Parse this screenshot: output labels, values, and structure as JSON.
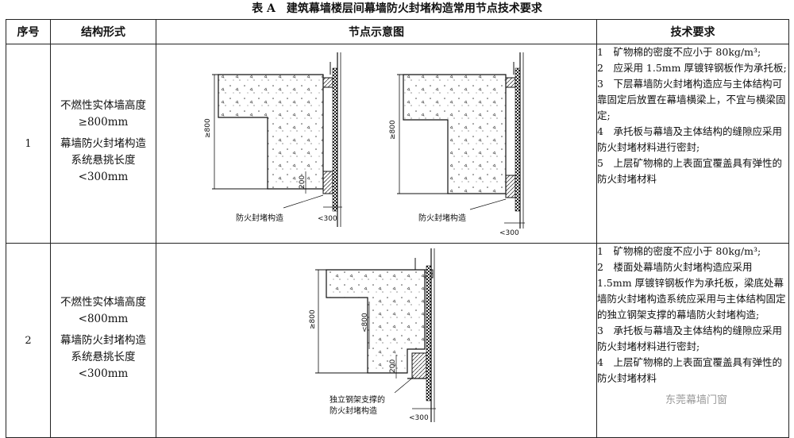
{
  "title": "表 A　建筑幕墙楼层间幕墙防火封堵构造常用节点技术要求",
  "headers": {
    "seq": "序号",
    "structure": "结构形式",
    "diagram": "节点示意图",
    "requirements": "技术要求"
  },
  "rows": [
    {
      "seq": "1",
      "structure": [
        "不燃性实体墙高度",
        "≥800mm",
        "幕墙防火封堵构造",
        "系统悬挑长度",
        "<300mm"
      ],
      "diagram": {
        "dim_height": "≥800",
        "dim_200": "200",
        "dim_300": "<300",
        "callout": "防火封堵构造"
      },
      "requirements": [
        "1　矿物棉的密度不应小于 80kg/m³;",
        "2　应采用 1.5mm 厚镀锌钢板作为承托板;",
        "3　下层幕墙防火封堵构造应与主体结构可靠固定后放置在幕墙横梁上，不宜与横梁固定;",
        "4　承托板与幕墙及主体结构的缝隙应采用防火封堵材料进行密封;",
        "5　上层矿物棉的上表面宜覆盖具有弹性的防火封堵材料"
      ]
    },
    {
      "seq": "2",
      "structure": [
        "不燃性实体墙高度",
        "<800mm",
        "幕墙防火封堵构造",
        "系统悬挑长度",
        "<300mm"
      ],
      "diagram": {
        "dim_height": "≥800",
        "dim_inner": "<800",
        "dim_200": "200",
        "dim_300": "<300",
        "callout_line1": "独立钢架支撑的",
        "callout_line2": "防火封堵构造"
      },
      "requirements": [
        "1　矿物棉的密度不应小于 80kg/m³;",
        "2　楼面处幕墙防火封堵构造应采用 1.5mm 厚镀锌钢板作为承托板，梁底处幕墙防火封堵构造系统应采用与主体结构固定的独立钢架支撑的幕墙防火封堵构造;",
        "3　承托板与幕墙及主体结构的缝隙应采用防火封堵材料进行密封;",
        "4　上层矿物棉的上表面宜覆盖具有弹性的防火封堵材料"
      ]
    }
  ],
  "watermark": "东莞幕墙门窗"
}
